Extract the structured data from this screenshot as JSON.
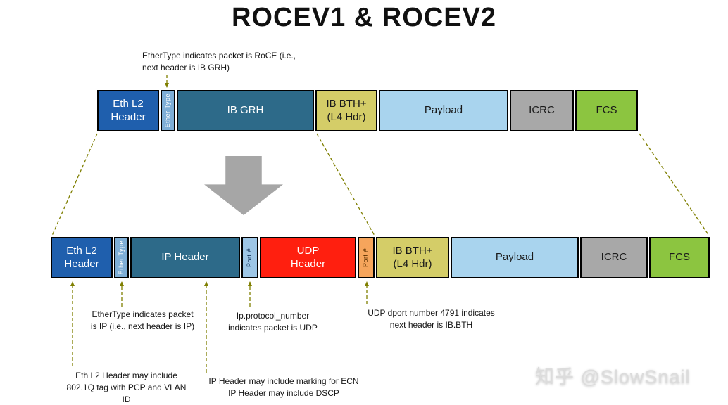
{
  "title": "ROCEV1 & ROCEV2",
  "watermark": "知乎 @SlowSnail",
  "colors": {
    "connector": "#7F7F00",
    "arrow": "#A6A6A6"
  },
  "annotations": {
    "top": "EtherType indicates packet is RoCE (i.e.,\nnext header is IB GRH)",
    "ethertype_ip": "EtherType indicates packet\nis IP (i.e., next header is IP)",
    "protocol_number": "Ip.protocol_number\nindicates packet is UDP",
    "udp_dport": "UDP dport number 4791 indicates\nnext header is IB.BTH",
    "eth_8021q": "Eth L2 Header may include\n802.1Q tag with PCP and VLAN\nID",
    "ip_ecn": "IP Header may include marking for ECN\nIP Header may include DSCP"
  },
  "rows": {
    "rocev1": {
      "segments": [
        {
          "name": "eth-l2-header",
          "label": "Eth L2\nHeader",
          "width": 88,
          "bg": "#1F5FAD",
          "fg": "#FFFFFF"
        },
        {
          "name": "ether-type",
          "label": "Ether Type",
          "width": 21,
          "bg": "#7EAED6",
          "fg": "#FFFFFF",
          "vertical": true
        },
        {
          "name": "ib-grh",
          "label": "IB GRH",
          "width": 195,
          "bg": "#2D6A89",
          "fg": "#FFFFFF"
        },
        {
          "name": "ib-bth",
          "label": "IB BTH+\n(L4 Hdr)",
          "width": 88,
          "bg": "#D4CD68",
          "fg": "#1A1A1A"
        },
        {
          "name": "payload",
          "label": "Payload",
          "width": 184,
          "bg": "#A9D4EE",
          "fg": "#1A1A1A"
        },
        {
          "name": "icrc",
          "label": "ICRC",
          "width": 91,
          "bg": "#A8A8A8",
          "fg": "#1A1A1A"
        },
        {
          "name": "fcs",
          "label": "FCS",
          "width": 89,
          "bg": "#8CC540",
          "fg": "#1A1A1A"
        }
      ]
    },
    "rocev2": {
      "segments": [
        {
          "name": "eth-l2-header",
          "label": "Eth L2\nHeader",
          "width": 88,
          "bg": "#1F5FAD",
          "fg": "#FFFFFF"
        },
        {
          "name": "ether-type",
          "label": "Ether Type",
          "width": 21,
          "bg": "#7EAED6",
          "fg": "#FFFFFF",
          "vertical": true
        },
        {
          "name": "ip-header",
          "label": "IP Header",
          "width": 156,
          "bg": "#2D6A89",
          "fg": "#FFFFFF"
        },
        {
          "name": "udp-src-port",
          "label": "Port #",
          "width": 24,
          "bg": "#9DC6E6",
          "fg": "#17375E",
          "vertical": true
        },
        {
          "name": "udp-header",
          "label": "UDP\nHeader",
          "width": 137,
          "bg": "#FF1F0F",
          "fg": "#FFFFFF"
        },
        {
          "name": "udp-dst-port",
          "label": "Port #",
          "width": 24,
          "bg": "#F6A55C",
          "fg": "#5A3000",
          "vertical": true
        },
        {
          "name": "ib-bth",
          "label": "IB BTH+\n(L4 Hdr)",
          "width": 104,
          "bg": "#D4CD68",
          "fg": "#1A1A1A"
        },
        {
          "name": "payload",
          "label": "Payload",
          "width": 182,
          "bg": "#A9D4EE",
          "fg": "#1A1A1A"
        },
        {
          "name": "icrc",
          "label": "ICRC",
          "width": 96,
          "bg": "#A8A8A8",
          "fg": "#1A1A1A"
        },
        {
          "name": "fcs",
          "label": "FCS",
          "width": 86,
          "bg": "#8CC540",
          "fg": "#1A1A1A"
        }
      ]
    }
  }
}
